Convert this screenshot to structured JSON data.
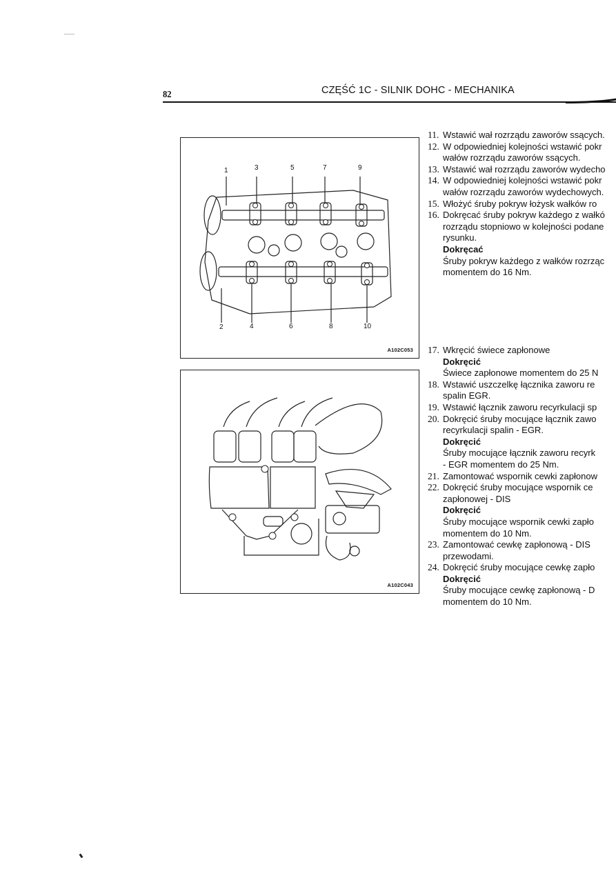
{
  "page": {
    "number": "82",
    "running_head": "CZĘŚĆ 1C - SILNIK DOHC - MECHANIKA"
  },
  "figures": [
    {
      "code": "A102C053",
      "callouts_top": [
        "1",
        "3",
        "5",
        "7",
        "9"
      ],
      "callouts_bottom": [
        "2",
        "4",
        "6",
        "8",
        "10"
      ]
    },
    {
      "code": "A102C043"
    }
  ],
  "steps_block1": [
    {
      "num": "11.",
      "lines": [
        "Wstawić wał rozrządu zaworów ssących."
      ]
    },
    {
      "num": "12.",
      "lines": [
        "W  odpowiedniej kolejności wstawić pokr",
        "wałów rozrządu zaworów ssących."
      ]
    },
    {
      "num": "13.",
      "lines": [
        "Wstawić wał rozrządu zaworów wydecho"
      ]
    },
    {
      "num": "14.",
      "lines": [
        "W  odpowiedniej kolejności wstawić pokr",
        "wałów rozrządu zaworów wydechowych."
      ]
    },
    {
      "num": "15.",
      "lines": [
        "Włożyć  śruby  pokryw łożysk wałków ro"
      ]
    },
    {
      "num": "16.",
      "lines": [
        "Dokręcać śruby pokryw każdego z wałkó",
        "rozrządu stopniowo w kolejności podane",
        "rysunku."
      ],
      "torque_label": "Dokręcać",
      "torque_lines": [
        "Śruby pokryw każdego z wałków rozrząc",
        "momentem do  16 Nm."
      ]
    }
  ],
  "steps_block2": [
    {
      "num": "17.",
      "lines": [
        "Wkręcić świece zapłonowe"
      ],
      "torque_label": "Dokręcić",
      "torque_lines": [
        "Świece zapłonowe momentem do  25 N"
      ]
    },
    {
      "num": "18.",
      "lines": [
        "Wstawić uszczelkę łącznika  zaworu re",
        "spalin EGR."
      ]
    },
    {
      "num": "19.",
      "lines": [
        "Wstawić łącznik  zaworu recyrkulacji sp"
      ]
    },
    {
      "num": "20.",
      "lines": [
        "Dokręcić śruby  mocujące łącznik zawo",
        "recyrkulacji spalin - EGR."
      ],
      "torque_label": "Dokręcić",
      "torque_lines": [
        "Śruby mocujące łącznik zaworu recyrk",
        "- EGR momentem do 25 Nm."
      ]
    },
    {
      "num": "21.",
      "lines": [
        "Zamontować wspornik cewki zapłonow"
      ]
    },
    {
      "num": "22.",
      "lines": [
        "Dokręcić śruby  mocujące wspornik ce",
        "zapłonowej - DIS"
      ],
      "torque_label": "Dokręcić",
      "torque_lines": [
        "Śruby  mocujące wspornik cewki zapło",
        "momentem do 10 Nm."
      ]
    },
    {
      "num": "23.",
      "lines": [
        "Zamontować cewkę  zapłonową - DIS",
        "przewodami."
      ]
    },
    {
      "num": "24.",
      "lines": [
        "Dokręcić śruby mocujące cewkę zapło"
      ],
      "torque_label": "Dokręcić",
      "torque_lines": [
        "Śruby mocujące cewkę zapłonową - D",
        "momentem do 10 Nm."
      ]
    }
  ]
}
